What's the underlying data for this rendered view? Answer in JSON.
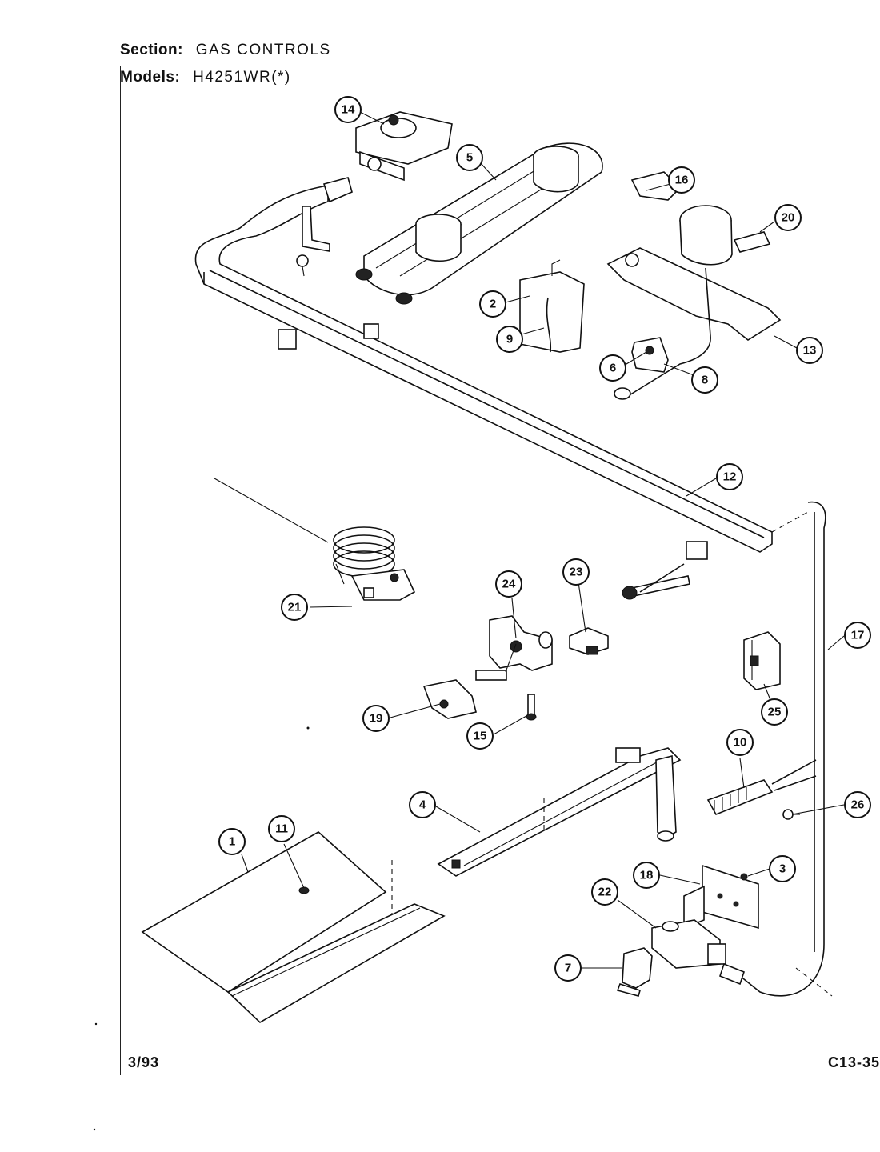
{
  "header": {
    "section_label": "Section:",
    "section_value": "GAS CONTROLS",
    "models_label": "Models:",
    "models_value": "H4251WR(*)"
  },
  "footer": {
    "date": "3/93",
    "page_code": "C13-35"
  },
  "callouts": [
    "14",
    "5",
    "16",
    "20",
    "2",
    "9",
    "6",
    "8",
    "13",
    "12",
    "21",
    "24",
    "23",
    "17",
    "25",
    "19",
    "15",
    "10",
    "26",
    "4",
    "11",
    "1",
    "18",
    "3",
    "22",
    "7"
  ]
}
